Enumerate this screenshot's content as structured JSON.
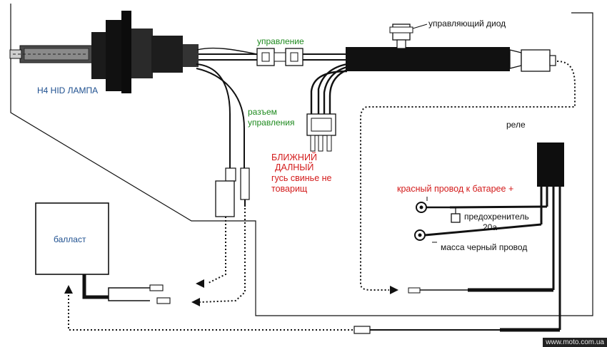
{
  "labels": {
    "control_diode": "управляющий диод",
    "control": "управление",
    "lamp": "H4 HID ЛАМПА",
    "control_connector_line1": "разъем",
    "control_connector_line2": "управления",
    "relay": "реле",
    "low_beam": "БЛИЖНИЙ",
    "high_beam": "ДАЛНЫЙ",
    "note": "гусь свинье не",
    "note_line2": "товарищ",
    "battery_red_wire": "красный провод к батарее +",
    "fuse_line1": "предохренитель",
    "fuse_line2": "20а",
    "ground_black_wire": "масса черный провод",
    "ballast": "балласт",
    "watermark": "www.moto.com.ua"
  },
  "colors": {
    "line": "#111111",
    "label_black": "#111111",
    "label_green": "#1e8a1e",
    "label_blue": "#1d4f8f",
    "label_red": "#d31b1b"
  }
}
